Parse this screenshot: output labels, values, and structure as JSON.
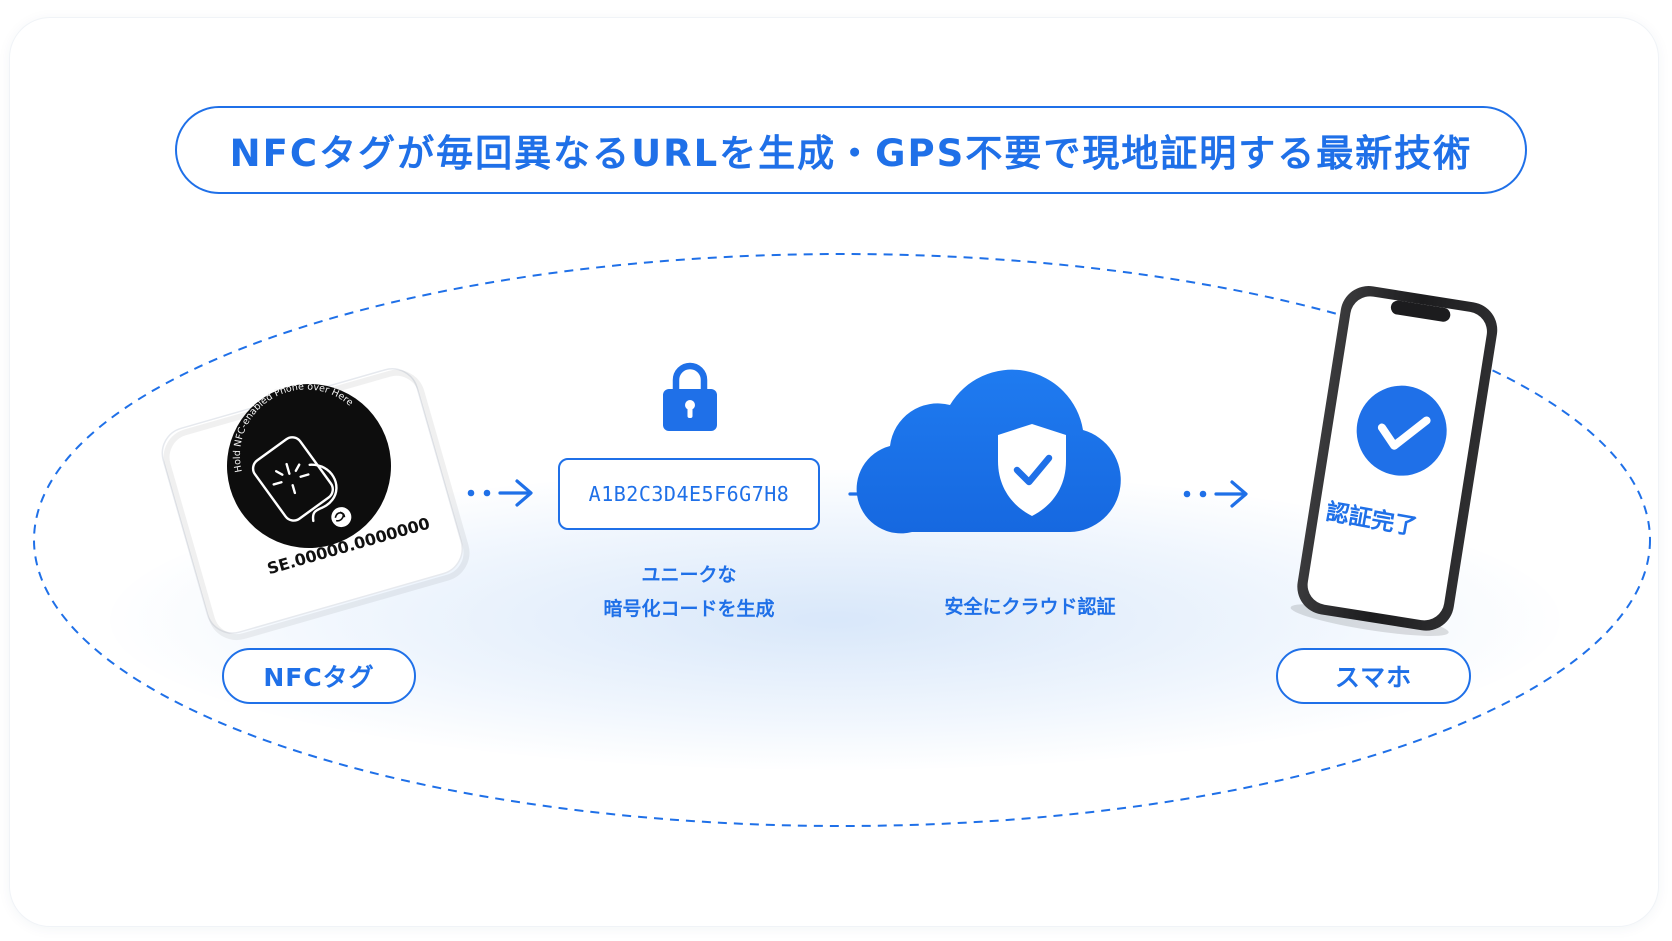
{
  "title": "NFCタグが毎回異なるURLを生成・GPS不要で現地証明する最新技術",
  "nfc_tag": {
    "ring_text": "Hold NFC-enabled Phone over Here",
    "serial": "SE.00000.0000000",
    "label": "NFCタグ"
  },
  "code_step": {
    "code": "A1B2C3D4E5F6G7H8",
    "caption_line1": "ユニークな",
    "caption_line2": "暗号化コードを生成"
  },
  "cloud_step": {
    "caption": "安全にクラウド認証"
  },
  "phone": {
    "screen_text": "認証完了",
    "label": "スマホ"
  },
  "colors": {
    "accent": "#1f70e8",
    "tag_disc": "#0d0d0d",
    "phone_body": "#222222"
  },
  "icons": [
    "lock-icon",
    "cloud-shield-icon",
    "check-circle-icon",
    "nfc-logo-icon",
    "arrow-right-icon",
    "dotted-arrow-right-icon"
  ]
}
